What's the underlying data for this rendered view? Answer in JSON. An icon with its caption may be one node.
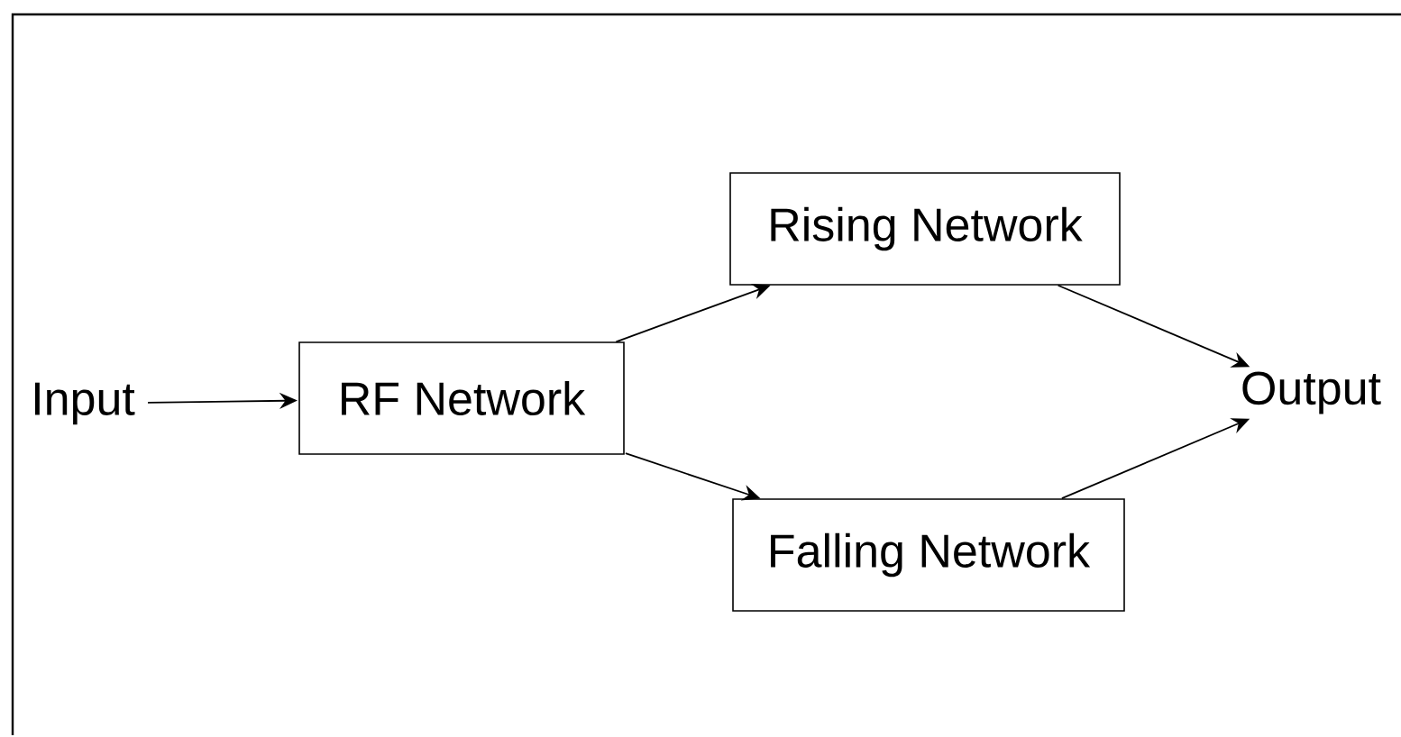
{
  "diagram": {
    "nodes": [
      {
        "text": [
          "Input"
        ]
      },
      {
        "text": [
          "RF Network"
        ]
      },
      {
        "text": [
          "Rising Network"
        ]
      },
      {
        "text": [
          "Falling Network"
        ]
      },
      {
        "text": [
          "Output"
        ]
      }
    ],
    "edges": [
      {
        "from": 0,
        "to": 1,
        "arrow": "to"
      },
      {
        "from": 1,
        "to": 2,
        "arrow": "to"
      },
      {
        "from": 2,
        "to": 4,
        "arrow": "to"
      },
      {
        "from": 1,
        "to": 3,
        "arrow": "to"
      },
      {
        "from": 3,
        "to": 4,
        "arrow": "to"
      }
    ]
  }
}
